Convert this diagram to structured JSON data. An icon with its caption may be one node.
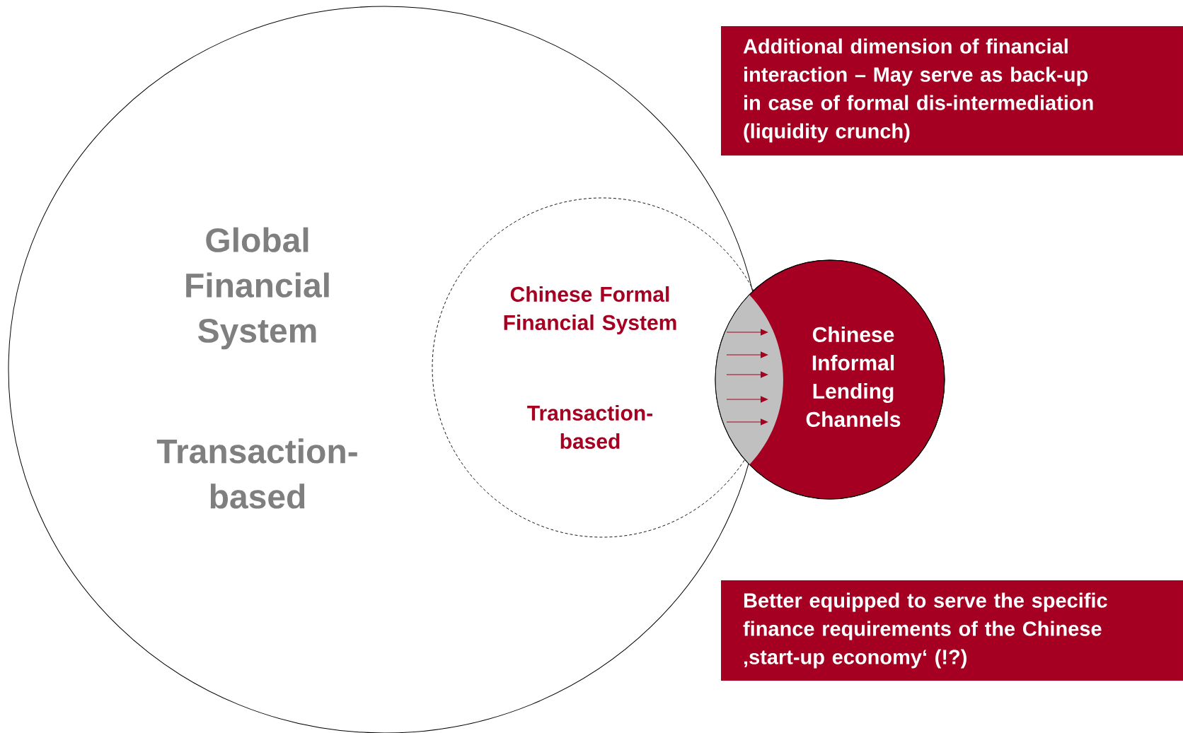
{
  "diagram": {
    "nodes": [
      {
        "text": [
          "Global Financial System",
          "Transaction-based"
        ]
      },
      {
        "text": [
          "Chinese Formal Financial System",
          "Transaction-based"
        ],
        "in": 0
      },
      {
        "text": [
          "Chinese Informal Lending Channels"
        ]
      },
      {
        "text": [
          "Additional dimension of financial interaction – May serve as back-up in case of formal dis-intermediation (liquidity crunch)"
        ]
      },
      {
        "text": [
          "Better equipped to serve the specific finance requirements of the Chinese ‚start-up economy‘ (!?)"
        ]
      }
    ]
  }
}
